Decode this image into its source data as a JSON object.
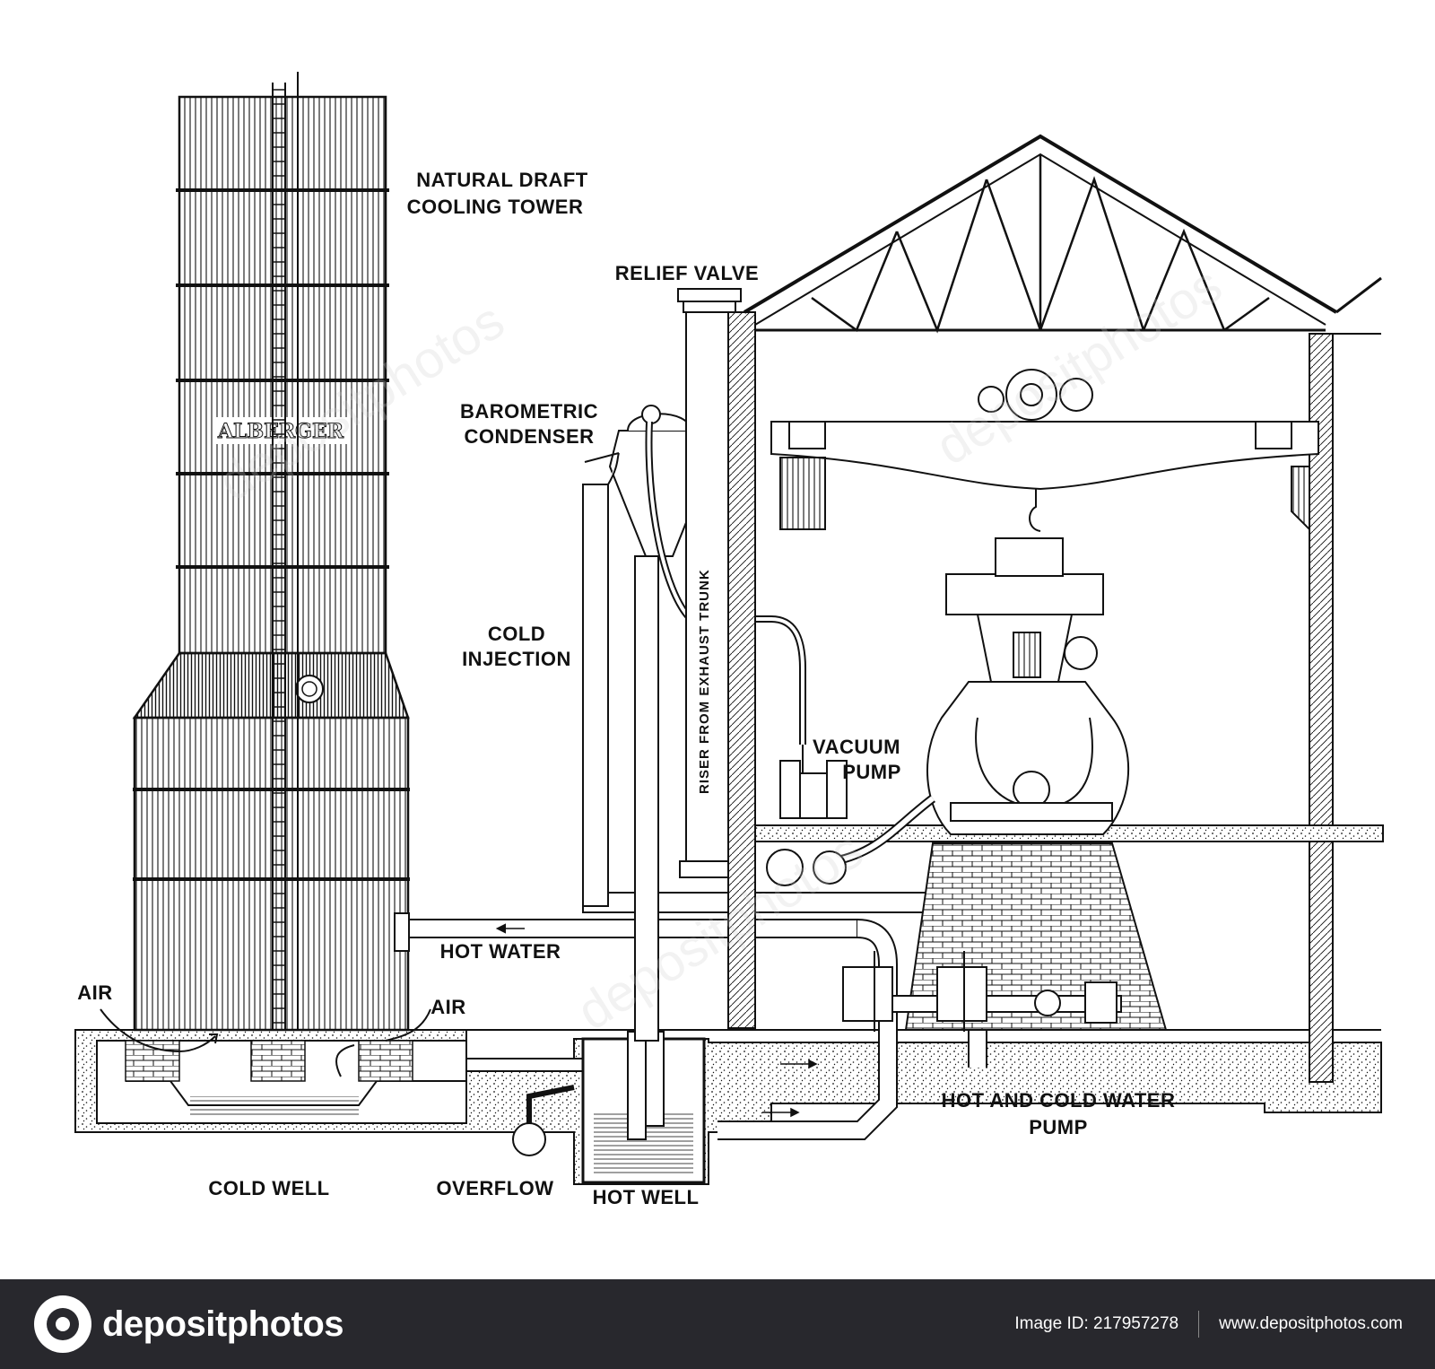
{
  "labels": {
    "natural_draft_1": "NATURAL DRAFT",
    "natural_draft_2": "COOLING TOWER",
    "relief_valve": "RELIEF VALVE",
    "barometric_1": "BAROMETRIC",
    "barometric_2": "CONDENSER",
    "cold_injection_1": "COLD",
    "cold_injection_2": "INJECTION",
    "vacuum_1": "VACUUM",
    "vacuum_2": "PUMP",
    "hot_water": "HOT WATER",
    "air_left": "AIR",
    "air_right": "AIR",
    "hot_cold_pump_1": "HOT AND COLD WATER",
    "hot_cold_pump_2": "PUMP",
    "cold_well": "COLD WELL",
    "overflow": "OVERFLOW",
    "hot_well": "HOT WELL",
    "riser": "RISER FROM EXHAUST TRUNK",
    "tower_brand": "ALBERGER"
  },
  "watermark": "depositphotos",
  "footer": {
    "logo_text": "depositphotos",
    "image_id": "Image ID: 217957278",
    "site": "www.depositphotos.com"
  },
  "colors": {
    "ink": "#111111",
    "footer_bg": "#28282d",
    "footer_text": "#ffffff"
  }
}
